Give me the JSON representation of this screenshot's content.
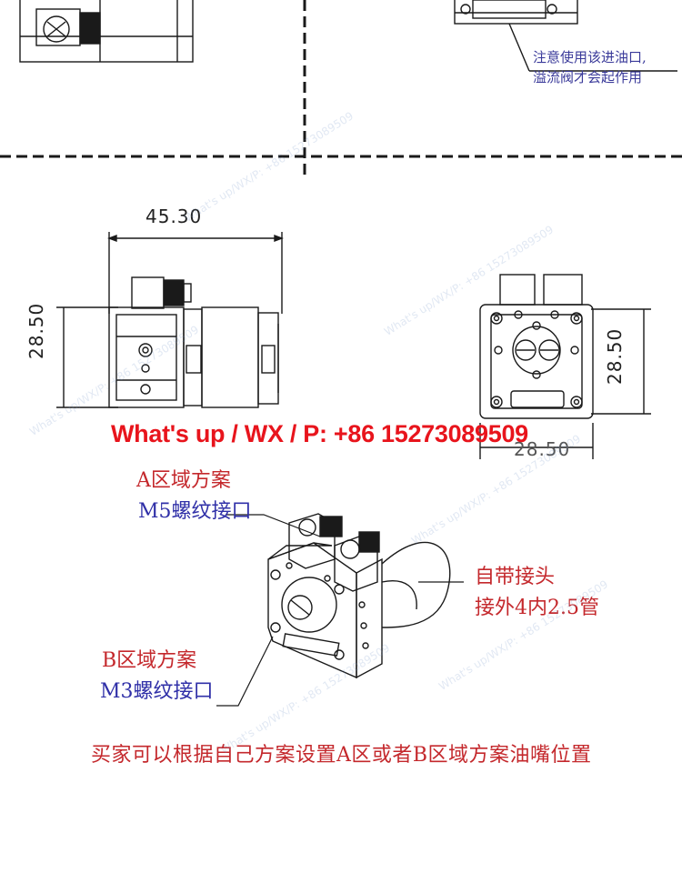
{
  "notes": {
    "top_line1": "注意使用该进油口,",
    "top_line2": "溢流阀才会起作用"
  },
  "dimensions": {
    "width_front": "45.30",
    "height_front": "28.50",
    "height_side": "28.50",
    "width_side": "28.50"
  },
  "banner": "What's up / WX / P: +86 15273089509",
  "labels": {
    "zone_a_title": "A区域方案",
    "zone_a_thread": "M5螺纹接口",
    "fitting_title": "自带接头",
    "fitting_spec": "接外4内2.5管",
    "zone_b_title": "B区域方案",
    "zone_b_thread": "M3螺纹接口",
    "bottom_note": "买家可以根据自己方案设置A区或者B区域方案油嘴位置"
  },
  "watermark": "What's up/WX/P: +86 15273089509",
  "colors": {
    "banner": "#e8141c",
    "red_label": "#c4282c",
    "blue_label": "#3030a8",
    "line": "#1a1a1a"
  }
}
